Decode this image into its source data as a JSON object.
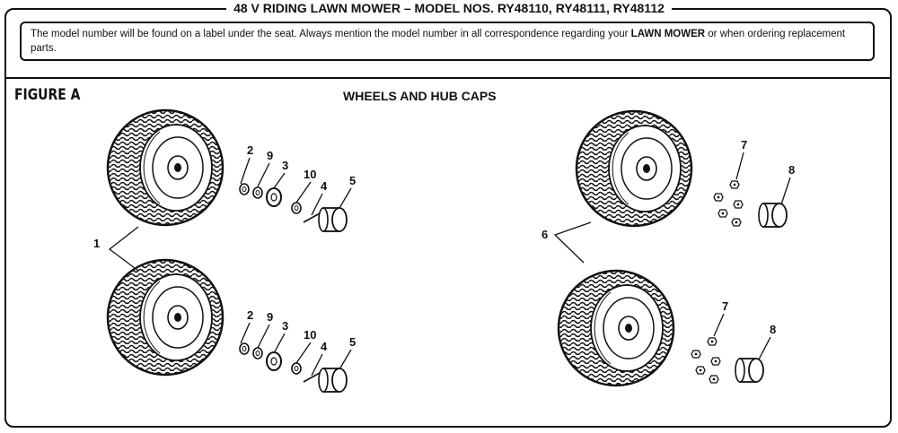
{
  "header": {
    "title": "48 V RIDING LAWN MOWER – MODEL NOS. RY48110, RY48111, RY48112"
  },
  "notice": {
    "text_before": "The model number will be found on a label under the seat. Always mention the model number in all correspondence regarding your ",
    "emphasis": "LAWN MOWER",
    "text_after": " or when ordering replacement parts."
  },
  "figure": {
    "label": "FIGURE A",
    "title": "WHEELS AND HUB CAPS"
  },
  "callouts": {
    "front_tire": "1",
    "washer_a": "2",
    "washer_b": "9",
    "spacer": "3",
    "washer_c": "10",
    "pin": "4",
    "front_hub_cap": "5",
    "rear_tire": "6",
    "lug_nut": "7",
    "rear_hub_cap": "8"
  }
}
